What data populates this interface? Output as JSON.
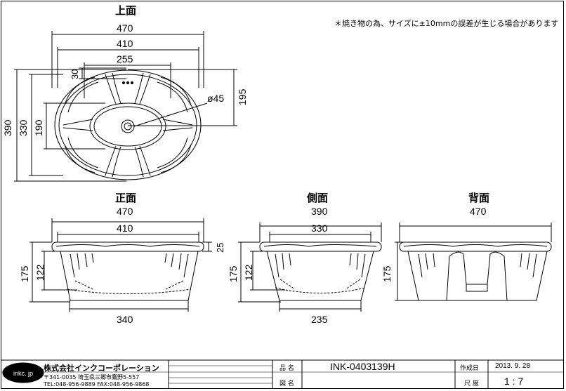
{
  "note": "＊焼き物の為、サイズに±10mmの誤差が生じる場合があります",
  "views": {
    "top": {
      "title": "上面",
      "dims": {
        "w470": "470",
        "w410": "410",
        "w255": "255",
        "d30": "30",
        "h390": "390",
        "h330": "330",
        "h190": "190",
        "h195": "195",
        "phi45": "ø45"
      }
    },
    "front": {
      "title": "正面",
      "dims": {
        "w470": "470",
        "w410": "410",
        "d25": "25",
        "h175": "175",
        "h122": "122",
        "w340": "340"
      }
    },
    "side": {
      "title": "側面",
      "dims": {
        "w390": "390",
        "w330": "330",
        "h175": "175",
        "h122": "122",
        "w235": "235"
      }
    },
    "back": {
      "title": "背面",
      "dims": {
        "w470": "470",
        "h175": "175"
      }
    }
  },
  "title_block": {
    "logo": "inkc. jp",
    "company": "株式会社インクコーポレーション",
    "address": "〒341-0035 埼玉県三郷市鷹野5-557",
    "tel_fax": "TEL:048-956-9889  FAX:048-956-9868",
    "product_label": "品 名",
    "product_value": "INK-0403139H",
    "drawing_label": "図 名",
    "drawing_value": "",
    "date_label": "作成日",
    "date_value": "2013. 9. 28",
    "scale_label": "尺 度",
    "scale_value": "1 : 7"
  }
}
